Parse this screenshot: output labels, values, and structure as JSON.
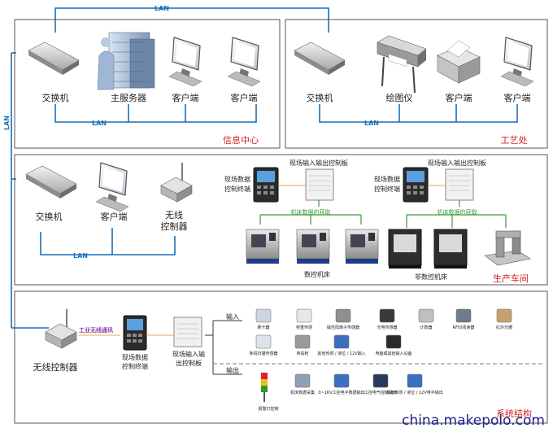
{
  "lan_label": "LAN",
  "info_center": {
    "title": "信息中心",
    "switch": "交换机",
    "server": "主服务器",
    "client1": "客户端",
    "client2": "客户端"
  },
  "process_dept": {
    "title": "工艺处",
    "switch": "交换机",
    "plotter": "绘图仪",
    "client1": "客户端",
    "client2": "客户端"
  },
  "workshop": {
    "title": "生产车间",
    "switch": "交换机",
    "client": "客户端",
    "wireless_line1": "无线",
    "wireless_line2": "控制器",
    "terminal_line1": "现场数据",
    "terminal_line2": "控制终端",
    "io_board": "现场输入输出控制板",
    "machine_data": "机床数据的获取",
    "cnc_label": "数控机床",
    "noncnc_label": "非数控机床"
  },
  "system": {
    "title": "系统结构",
    "wireless_controller": "无线控制器",
    "industrial_wireless": "工业无线通讯",
    "terminal_line1": "现场数据",
    "terminal_line2": "控制终端",
    "io_line1": "现场输入输",
    "io_line2": "出控制板",
    "input_label": "输入",
    "output_label": "输出",
    "inputs_row1": [
      "刷卡器",
      "称重传感",
      "磁性阳离子传感器",
      "光电传感器",
      "计数器",
      "RFID阅读器",
      "红外光栅"
    ],
    "inputs_row2": [
      "条码扫描传感器",
      "条码枪",
      "其他传感 / 液位 / 12V输入",
      "电脑或其他输入设备",
      "",
      "",
      ""
    ],
    "outputs": [
      "报警灯控制",
      "机床数据采集",
      "0~1KV工控电平数据输出",
      "工控电气控制输出",
      "其他传感 / 液位 / 12V电平输出"
    ]
  },
  "watermark": "china.makepolo.com",
  "colors": {
    "lan_line": "#1a6fb5",
    "frame": "#555555",
    "red_label": "#d22222",
    "green_link": "#3a9a3a"
  }
}
